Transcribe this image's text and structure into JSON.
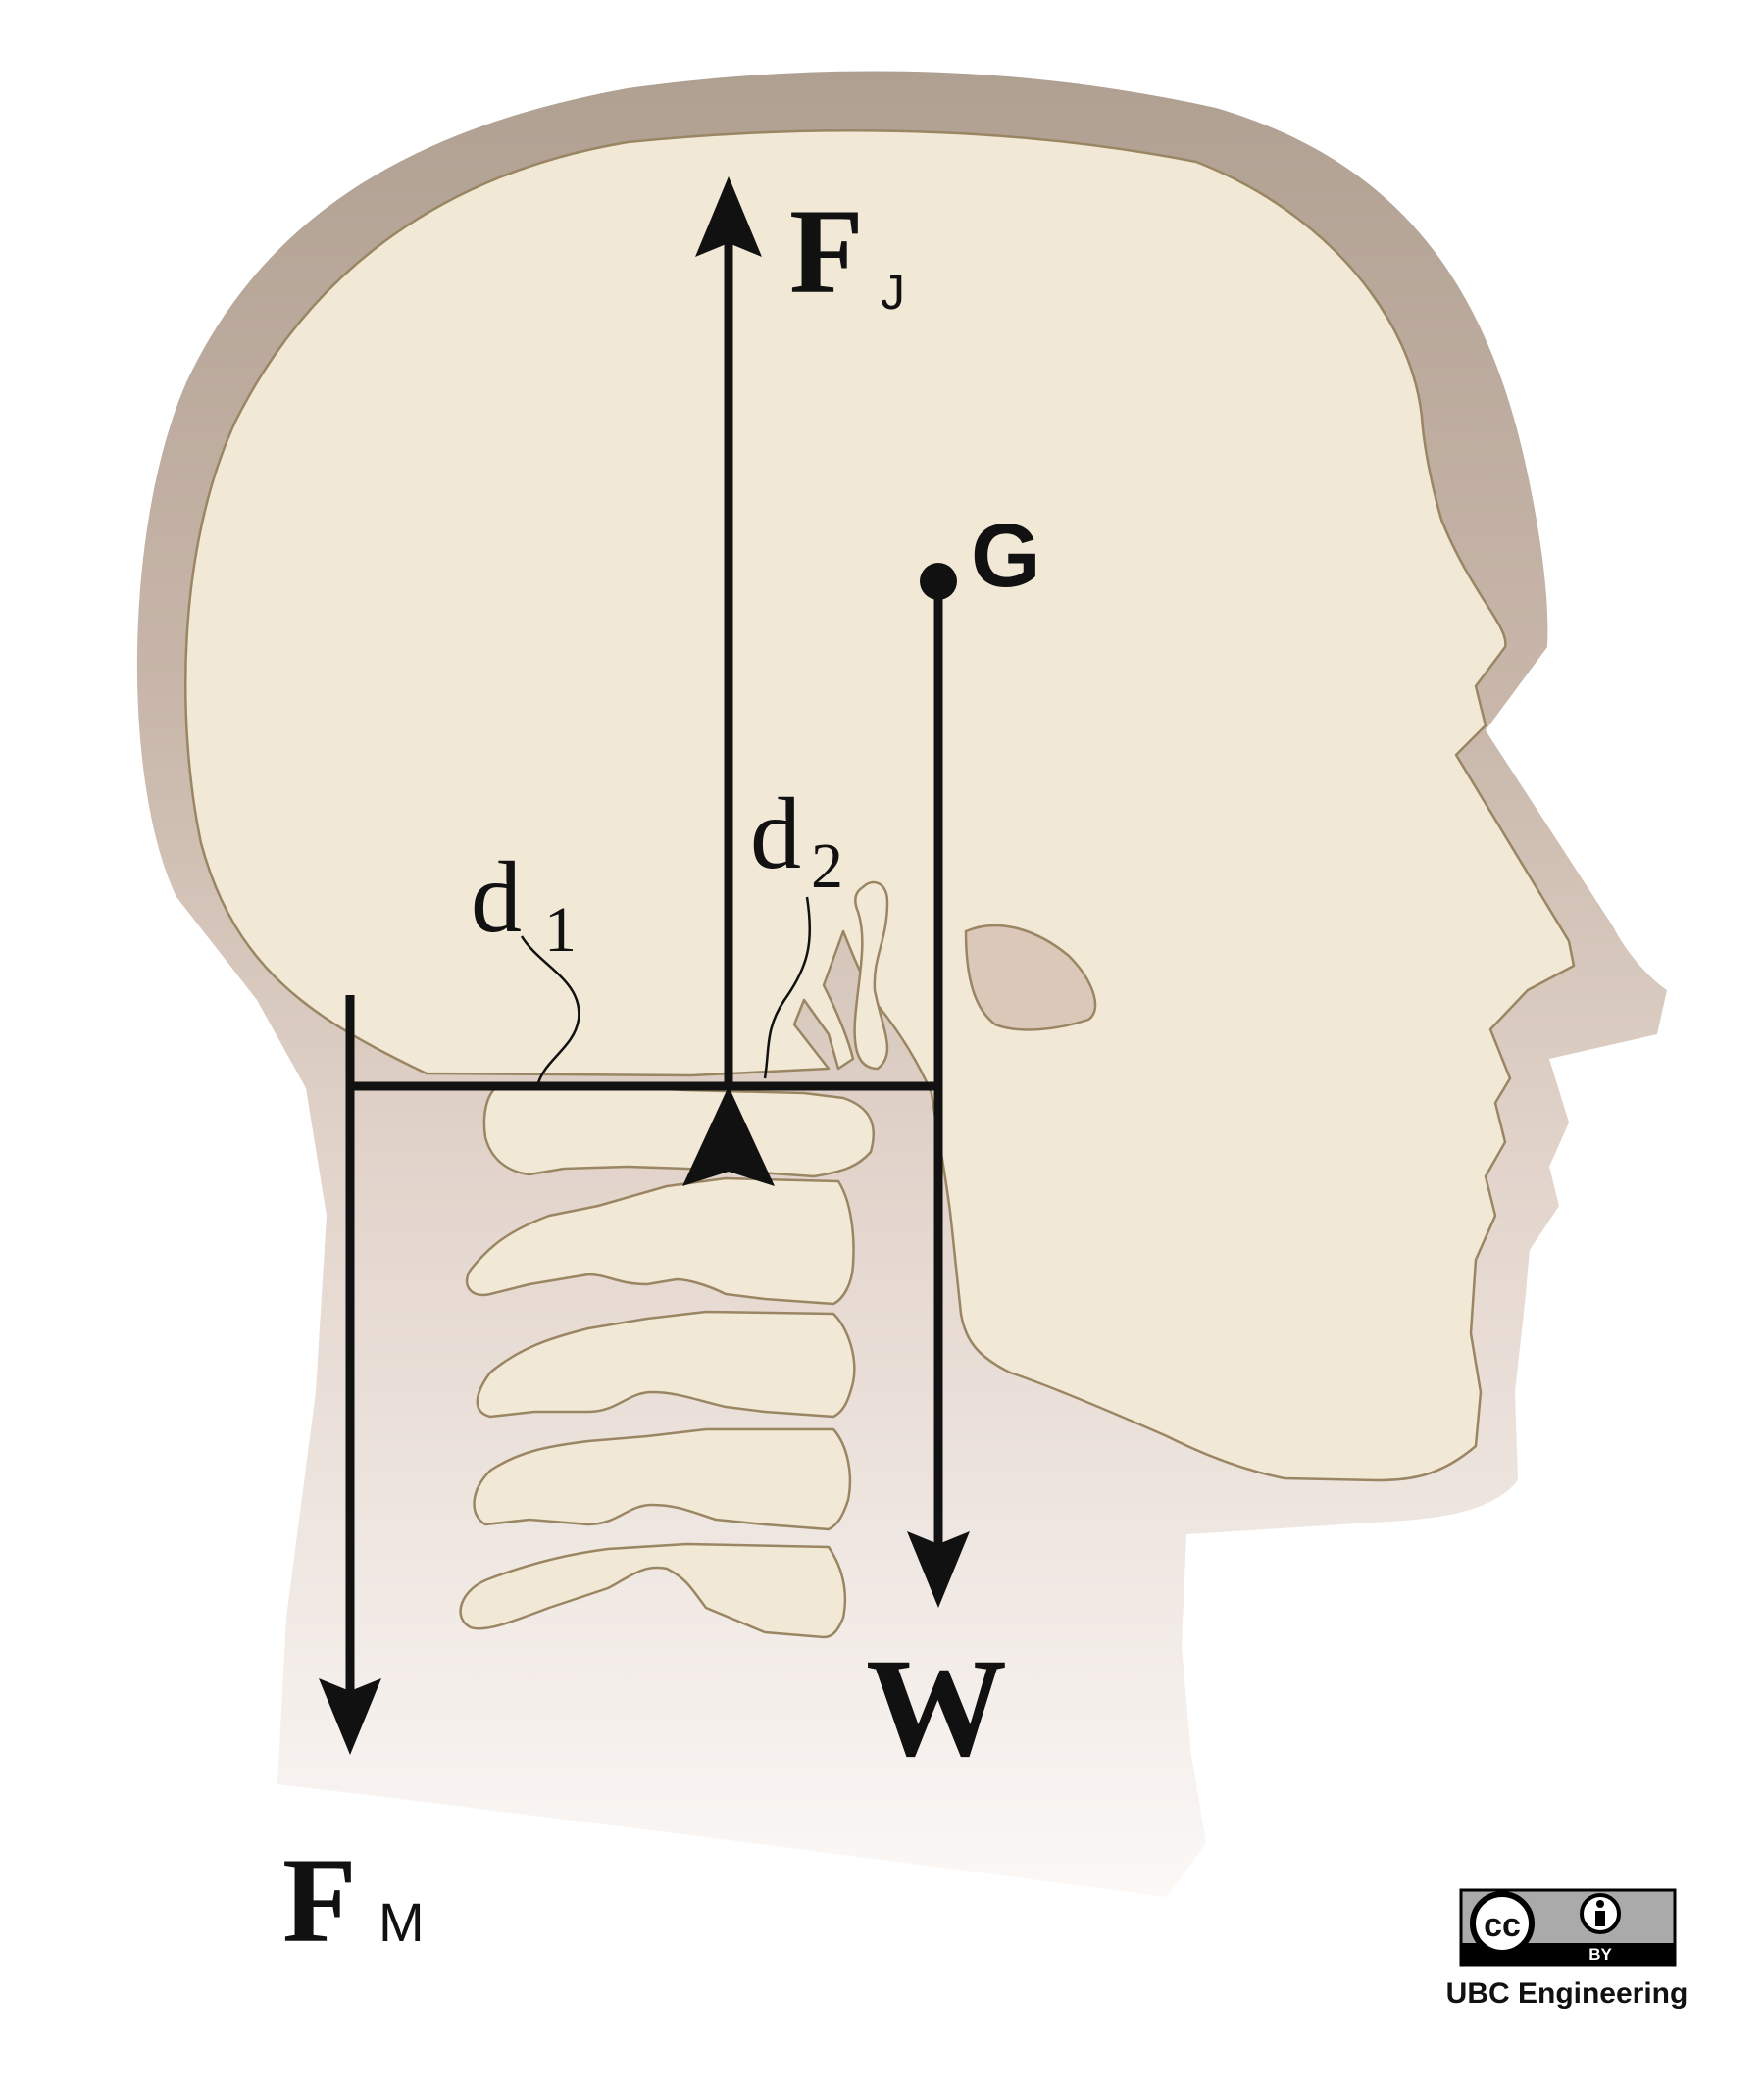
{
  "labels": {
    "force_joint": {
      "main": "F",
      "sub": "J"
    },
    "force_muscle": {
      "main": "F",
      "sub": "M"
    },
    "weight": "W",
    "center_of_gravity": "G",
    "distance_1": {
      "main": "d",
      "sub": "1"
    },
    "distance_2": {
      "main": "d",
      "sub": "2"
    }
  },
  "license": {
    "cc_mark": "cc",
    "by_mark": "BY",
    "attribution": "UBC Engineering"
  },
  "colors": {
    "skin_top": "#b1a093",
    "skin_bottom": "#f8f3f0",
    "bone": "#f1e8d6",
    "bone_outline": "#9a8663",
    "vectors": "#111111"
  }
}
